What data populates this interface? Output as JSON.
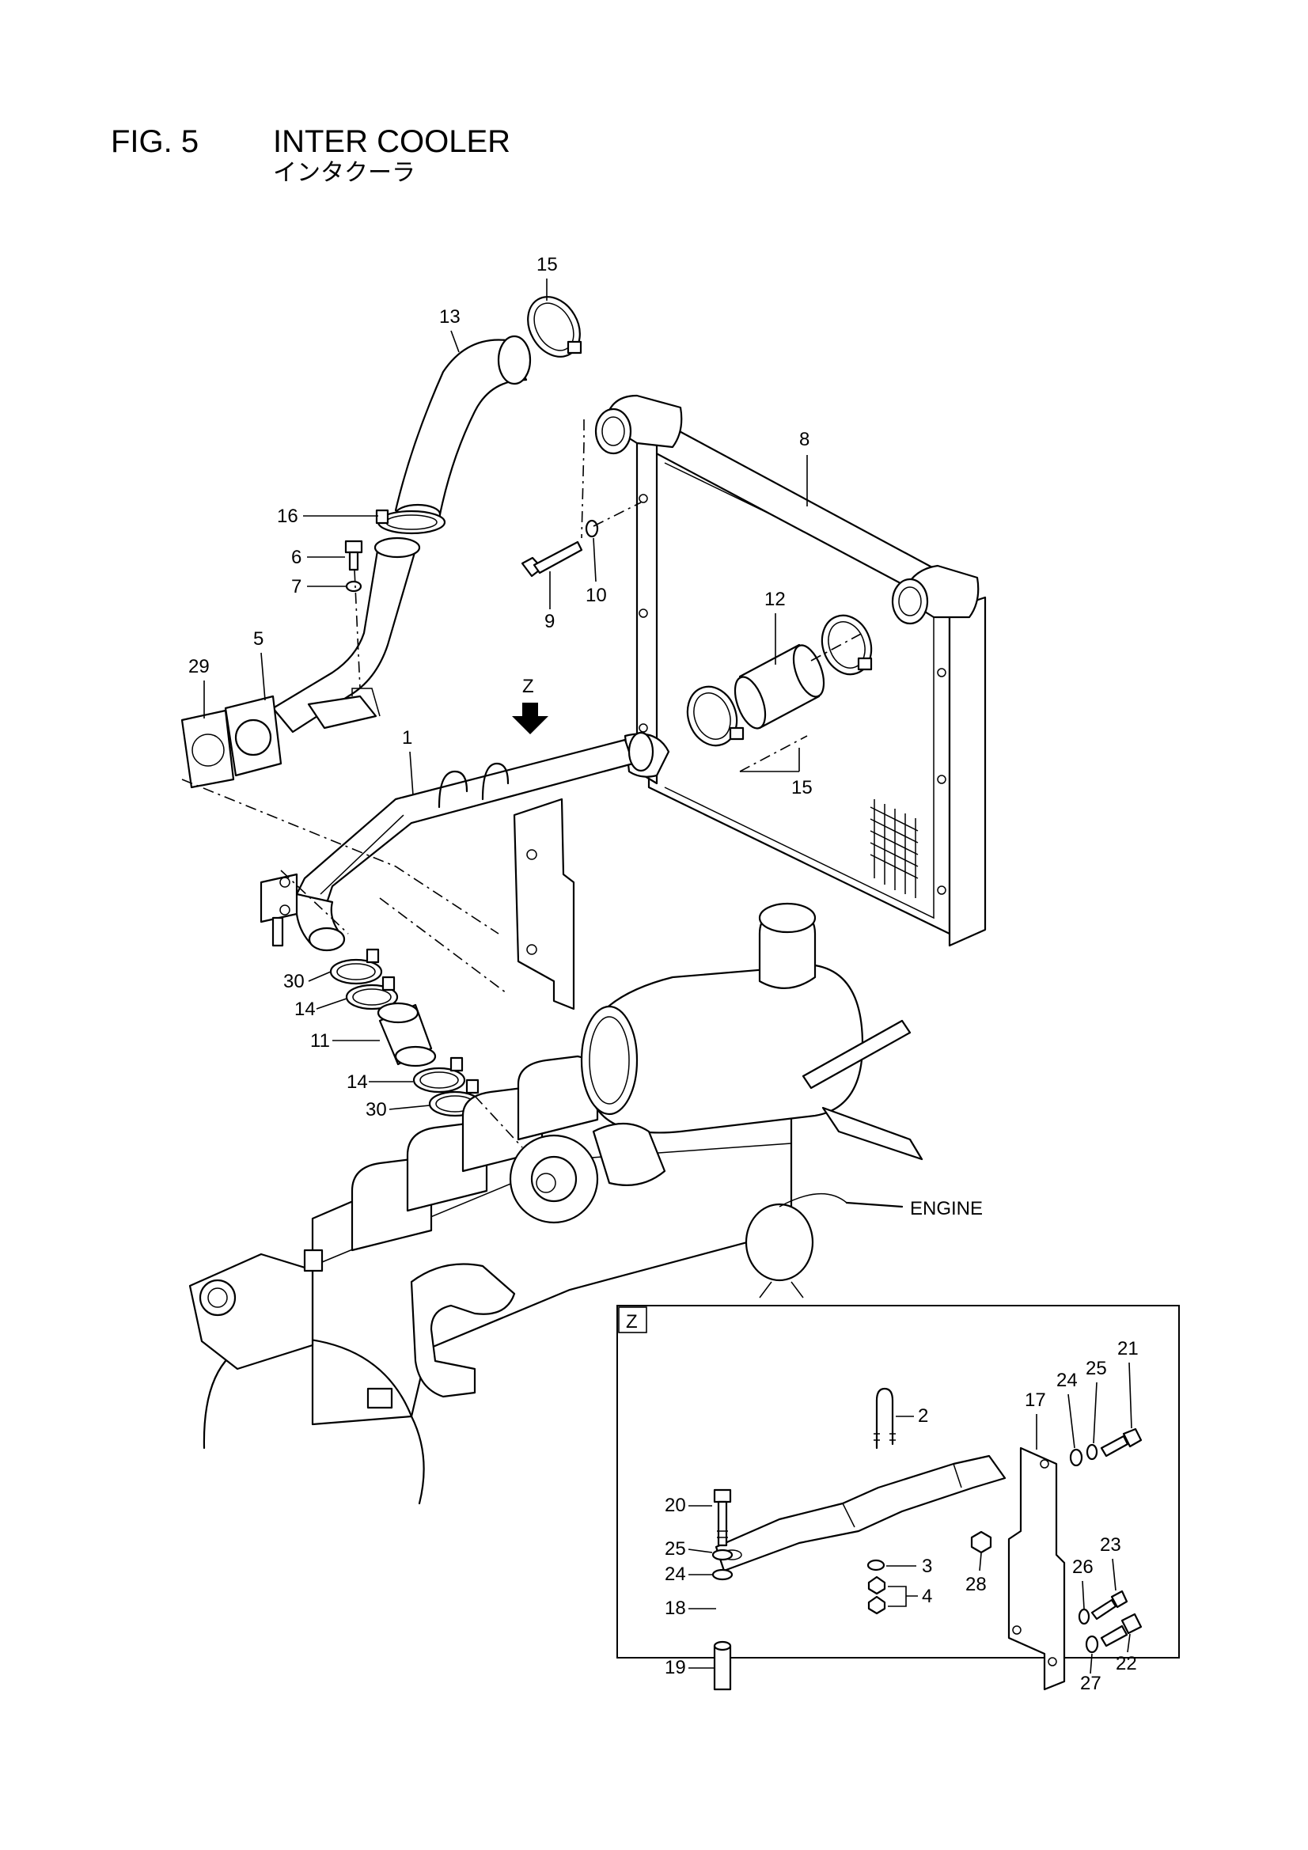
{
  "header": {
    "fig_label": "FIG. 5",
    "title": "INTER COOLER",
    "subtitle": "インタクーラ"
  },
  "callouts": {
    "c1": "1",
    "c2": "2",
    "c3": "3",
    "c4": "4",
    "c5": "5",
    "c6": "6",
    "c7": "7",
    "c8": "8",
    "c9": "9",
    "c10": "10",
    "c11": "11",
    "c12": "12",
    "c13": "13",
    "c14a": "14",
    "c14b": "14",
    "c15a": "15",
    "c15b": "15",
    "c16": "16",
    "c17": "17",
    "c18": "18",
    "c19": "19",
    "c20": "20",
    "c21": "21",
    "c22": "22",
    "c23": "23",
    "c24a": "24",
    "c24b": "24",
    "c25a": "25",
    "c25b": "25",
    "c26": "26",
    "c27": "27",
    "c28": "28",
    "c29": "29",
    "c30a": "30",
    "c30b": "30"
  },
  "view_marker": {
    "arrow_label": "Z",
    "inset_label": "Z"
  },
  "engine_label": "ENGINE"
}
